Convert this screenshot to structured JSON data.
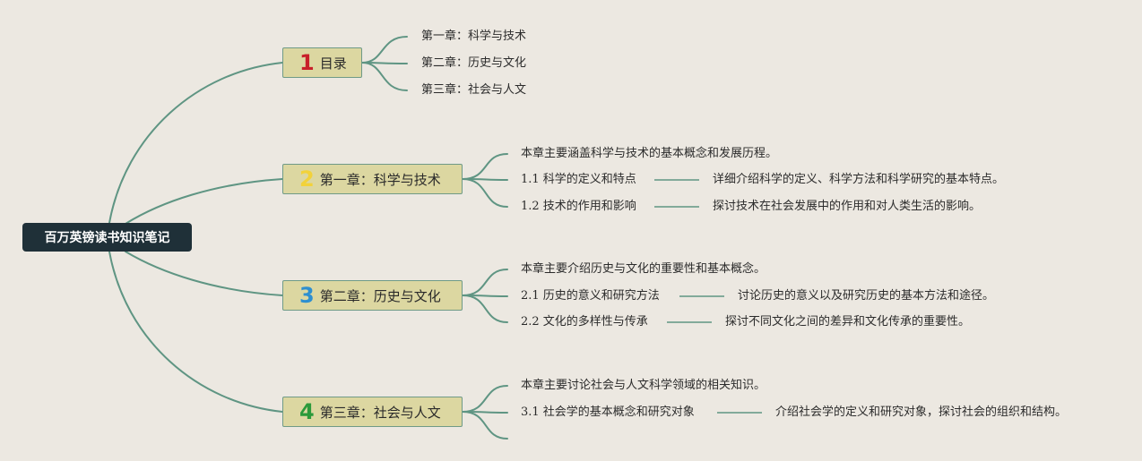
{
  "root": {
    "label": "百万英镑读书知识笔记"
  },
  "branches": [
    {
      "number": "1",
      "label": "目录",
      "color": "#c8202a",
      "children": [
        {
          "label": "第一章：科学与技术"
        },
        {
          "label": "第二章：历史与文化"
        },
        {
          "label": "第三章：社会与人文"
        }
      ]
    },
    {
      "number": "2",
      "label": "第一章：科学与技术",
      "color": "#f2d23a",
      "children": [
        {
          "label": "本章主要涵盖科学与技术的基本概念和发展历程。"
        },
        {
          "label": "1.1 科学的定义和特点",
          "detail": "详细介绍科学的定义、科学方法和科学研究的基本特点。"
        },
        {
          "label": "1.2 技术的作用和影响",
          "detail": "探讨技术在社会发展中的作用和对人类生活的影响。"
        }
      ]
    },
    {
      "number": "3",
      "label": "第二章：历史与文化",
      "color": "#2e8fd0",
      "children": [
        {
          "label": "本章主要介绍历史与文化的重要性和基本概念。"
        },
        {
          "label": "2.1 历史的意义和研究方法",
          "detail": "讨论历史的意义以及研究历史的基本方法和途径。"
        },
        {
          "label": "2.2 文化的多样性与传承",
          "detail": "探讨不同文化之间的差异和文化传承的重要性。"
        }
      ]
    },
    {
      "number": "4",
      "label": "第三章：社会与人文",
      "color": "#2b9a3a",
      "children": [
        {
          "label": "本章主要讨论社会与人文科学领域的相关知识。"
        },
        {
          "label": "3.1 社会学的基本概念和研究对象",
          "detail": "介绍社会学的定义和研究对象，探讨社会的组织和结构。"
        },
        {
          "label": ""
        }
      ]
    }
  ],
  "colors": {
    "background": "#ece8e1",
    "link": "#5f9583",
    "root_fill": "#1f3038",
    "branch_fill": "#dcd7a1"
  }
}
